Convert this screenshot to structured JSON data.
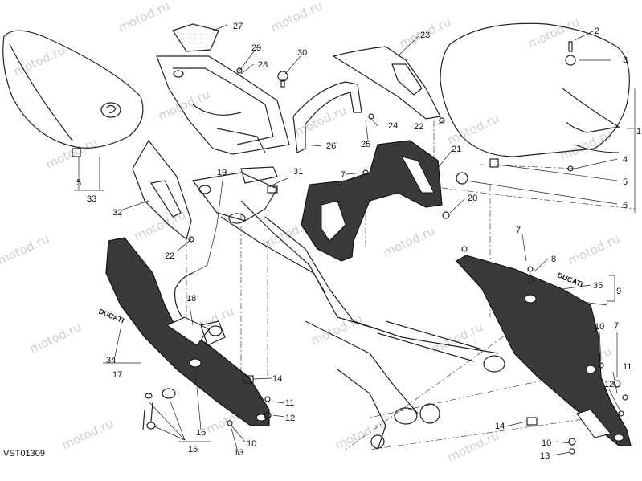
{
  "diagram": {
    "code": "VST01309",
    "watermark": "motod.ru",
    "logo_text": "DUCATI",
    "callouts": {
      "c1": "1",
      "c2": "2",
      "c3": "3",
      "c4": "4",
      "c5a": "5",
      "c5b": "5",
      "c6": "6",
      "c7a": "7",
      "c7b": "7",
      "c7c": "7",
      "c8": "8",
      "c9": "9",
      "c10a": "10",
      "c10b": "10",
      "c10c": "10",
      "c11a": "11",
      "c11b": "11",
      "c12a": "12",
      "c12b": "12",
      "c13a": "13",
      "c13b": "13",
      "c14a": "14",
      "c14b": "14",
      "c15": "15",
      "c16": "16",
      "c17": "17",
      "c18": "18",
      "c19": "19",
      "c20": "20",
      "c21": "21",
      "c22a": "22",
      "c22b": "22",
      "c23": "23",
      "c24": "24",
      "c25": "25",
      "c26": "26",
      "c27": "27",
      "c28": "28",
      "c29": "29",
      "c30": "30",
      "c31": "31",
      "c32": "32",
      "c33": "33",
      "c34": "34",
      "c35": "35"
    }
  }
}
